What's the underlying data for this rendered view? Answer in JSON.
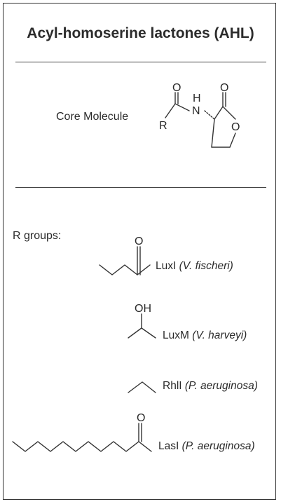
{
  "title": "Acyl-homoserine lactones (AHL)",
  "core": {
    "label": "Core Molecule",
    "atoms": {
      "oxygen_carbonyl": "O",
      "hydrogen": "H",
      "nitrogen": "N",
      "r": "R",
      "oxygen_lactone_carbonyl": "O",
      "oxygen_ring": "O"
    }
  },
  "r_groups": {
    "label": "R groups:",
    "items": [
      {
        "synthase": "LuxI",
        "organism": "(V. fischeri)",
        "substituent": "O"
      },
      {
        "synthase": "LuxM",
        "organism": "(V. harveyi)",
        "substituent": "OH"
      },
      {
        "synthase": "RhlI",
        "organism": "(P. aeruginosa)",
        "substituent": ""
      },
      {
        "synthase": "LasI",
        "organism": "(P. aeruginosa)",
        "substituent": "O"
      }
    ]
  }
}
